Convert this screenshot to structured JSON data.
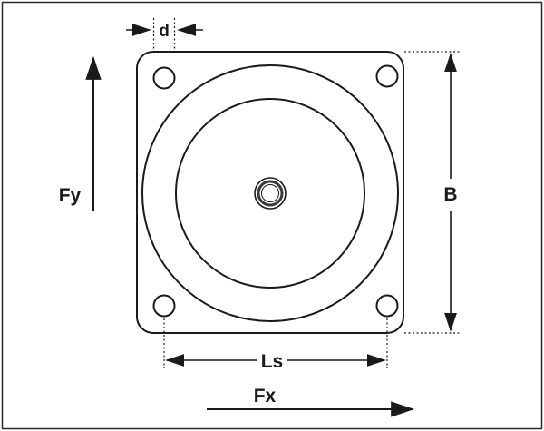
{
  "diagram": {
    "labels": {
      "hole_diameter": "d",
      "force_y": "Fy",
      "plate_width": "B",
      "hole_spacing": "Ls",
      "force_x": "Fx"
    },
    "colors": {
      "line": "#1a1a1a",
      "background": "#ffffff"
    }
  }
}
